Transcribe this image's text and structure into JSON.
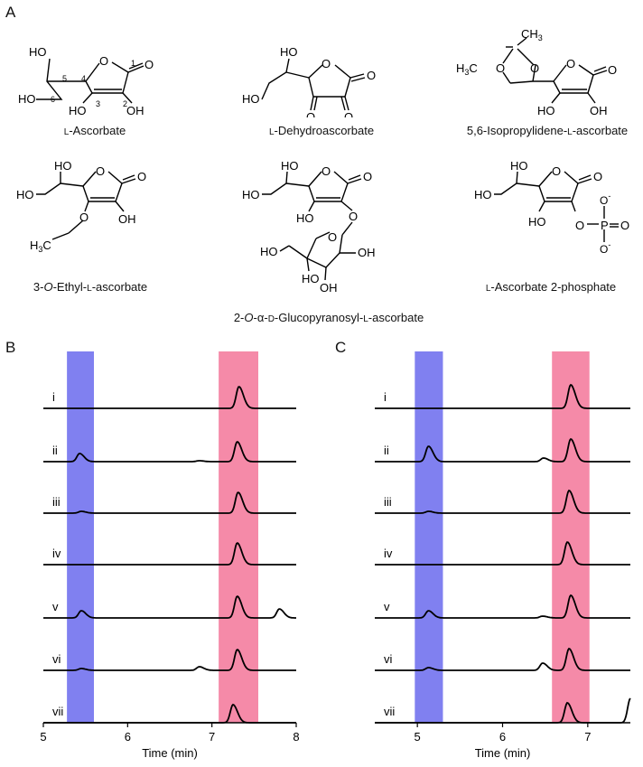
{
  "panels": {
    "a": "A",
    "b": "B",
    "c": "C"
  },
  "compounds": [
    {
      "name": "L-Ascorbate",
      "parts": [
        {
          "t": "L",
          "sc": true
        },
        {
          "t": "-Ascorbate"
        }
      ]
    },
    {
      "name": "L-Dehydroascorbate",
      "parts": [
        {
          "t": "L",
          "sc": true
        },
        {
          "t": "-Dehydroascorbate"
        }
      ]
    },
    {
      "name": "5,6-Isopropylidene-L-ascorbate",
      "parts": [
        {
          "t": "5,6-Isopropylidene-"
        },
        {
          "t": "L",
          "sc": true
        },
        {
          "t": "-ascorbate"
        }
      ]
    },
    {
      "name": "3-O-Ethyl-L-ascorbate",
      "parts": [
        {
          "t": "3-"
        },
        {
          "t": "O",
          "it": true
        },
        {
          "t": "-Ethyl-"
        },
        {
          "t": "L",
          "sc": true
        },
        {
          "t": "-ascorbate"
        }
      ]
    },
    {
      "name": "2-O-α-D-Glucopyranosyl-L-ascorbate",
      "parts": [
        {
          "t": "2-"
        },
        {
          "t": "O",
          "it": true
        },
        {
          "t": "-α-"
        },
        {
          "t": "D",
          "sc": true
        },
        {
          "t": "-Glucopyranosyl-"
        },
        {
          "t": "L",
          "sc": true
        },
        {
          "t": "-ascorbate"
        }
      ]
    },
    {
      "name": "L-Ascorbate 2-phosphate",
      "parts": [
        {
          "t": "L",
          "sc": true
        },
        {
          "t": "-Ascorbate 2-phosphate"
        }
      ]
    }
  ],
  "atom_labels": {
    "oh": "OH",
    "ho": "HO",
    "o": "O",
    "h3c": "H3C",
    "ch3": "CH3",
    "p": "P",
    "o_minus": "O-",
    "locants": [
      "1",
      "2",
      "3",
      "4",
      "5",
      "6"
    ]
  },
  "chart_data": [
    {
      "panel": "B",
      "type": "line",
      "xlabel": "Time (min)",
      "xlim": [
        5,
        8
      ],
      "xticks": [
        5,
        6,
        7,
        8
      ],
      "highlight_bands": [
        {
          "range": [
            5.28,
            5.6
          ],
          "color": "#8080f0"
        },
        {
          "range": [
            7.08,
            7.55
          ],
          "color": "#f58aa8"
        }
      ],
      "series": [
        {
          "name": "i",
          "peaks": [
            [
              7.32,
              24
            ]
          ]
        },
        {
          "name": "ii",
          "peaks": [
            [
              5.43,
              9
            ],
            [
              7.3,
              22
            ],
            [
              6.85,
              1
            ]
          ]
        },
        {
          "name": "iii",
          "peaks": [
            [
              5.45,
              2
            ],
            [
              7.31,
              23
            ]
          ]
        },
        {
          "name": "iv",
          "peaks": [
            [
              7.3,
              24
            ]
          ]
        },
        {
          "name": "v",
          "peaks": [
            [
              5.45,
              8
            ],
            [
              7.3,
              24
            ],
            [
              7.8,
              10
            ]
          ]
        },
        {
          "name": "vi",
          "peaks": [
            [
              5.45,
              2
            ],
            [
              6.85,
              4
            ],
            [
              7.3,
              23
            ]
          ]
        },
        {
          "name": "vii",
          "peaks": [
            [
              7.25,
              20
            ]
          ]
        }
      ]
    },
    {
      "panel": "C",
      "type": "line",
      "xlabel": "Time (min)",
      "xlim": [
        4.5,
        7.5
      ],
      "xticks": [
        5,
        6,
        7
      ],
      "highlight_bands": [
        {
          "range": [
            4.97,
            5.3
          ],
          "color": "#8080f0"
        },
        {
          "range": [
            6.58,
            7.02
          ],
          "color": "#f58aa8"
        }
      ],
      "series": [
        {
          "name": "i",
          "peaks": [
            [
              6.8,
              26
            ]
          ]
        },
        {
          "name": "ii",
          "peaks": [
            [
              5.13,
              17
            ],
            [
              6.48,
              4
            ],
            [
              6.8,
              25
            ]
          ]
        },
        {
          "name": "iii",
          "peaks": [
            [
              5.13,
              2
            ],
            [
              6.78,
              25
            ]
          ]
        },
        {
          "name": "iv",
          "peaks": [
            [
              6.76,
              25
            ]
          ]
        },
        {
          "name": "v",
          "peaks": [
            [
              5.13,
              8
            ],
            [
              6.47,
              2
            ],
            [
              6.8,
              25
            ]
          ]
        },
        {
          "name": "vi",
          "peaks": [
            [
              5.13,
              3
            ],
            [
              6.47,
              8
            ],
            [
              6.78,
              24
            ]
          ]
        },
        {
          "name": "vii",
          "peaks": [
            [
              6.76,
              22
            ],
            [
              7.5,
              27
            ]
          ]
        }
      ]
    }
  ]
}
